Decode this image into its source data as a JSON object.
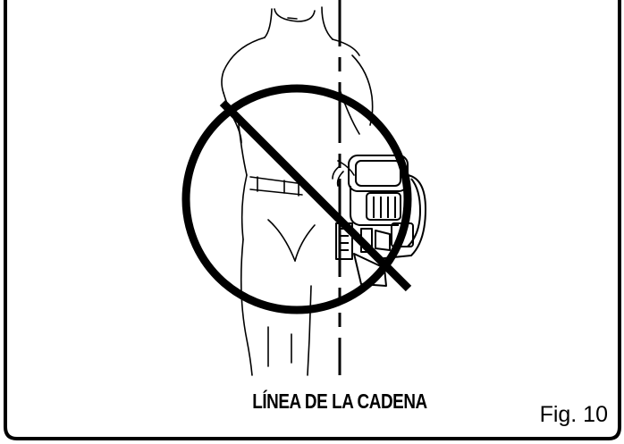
{
  "figure": {
    "caption": "LÍNEA DE LA CADENA",
    "label": "Fig. 10"
  },
  "colors": {
    "ink": "#000000",
    "background": "#ffffff"
  },
  "icons": {
    "prohibition": "prohibition-icon",
    "person": "person-outline-illustration",
    "chainsaw": "chainsaw-illustration",
    "chain_line": "chain-line-dashed"
  }
}
